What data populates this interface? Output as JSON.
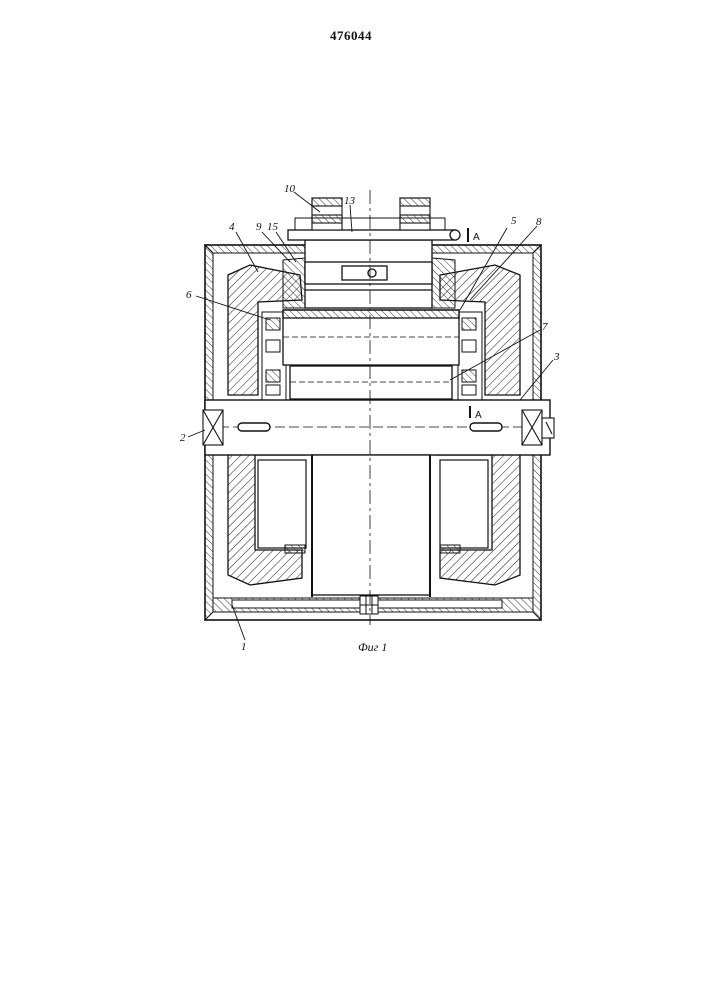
{
  "document": {
    "patent_number": "476044",
    "figure_caption": "Фиг 1"
  },
  "callouts": {
    "c1": "1",
    "c2": "2",
    "c3": "3",
    "c4": "4",
    "c5": "5",
    "c6": "6",
    "c7": "7",
    "c8": "8",
    "c9": "9",
    "c10": "10",
    "c13": "13",
    "c15": "15"
  },
  "section_marks": {
    "top": "A",
    "shaft": "A"
  }
}
